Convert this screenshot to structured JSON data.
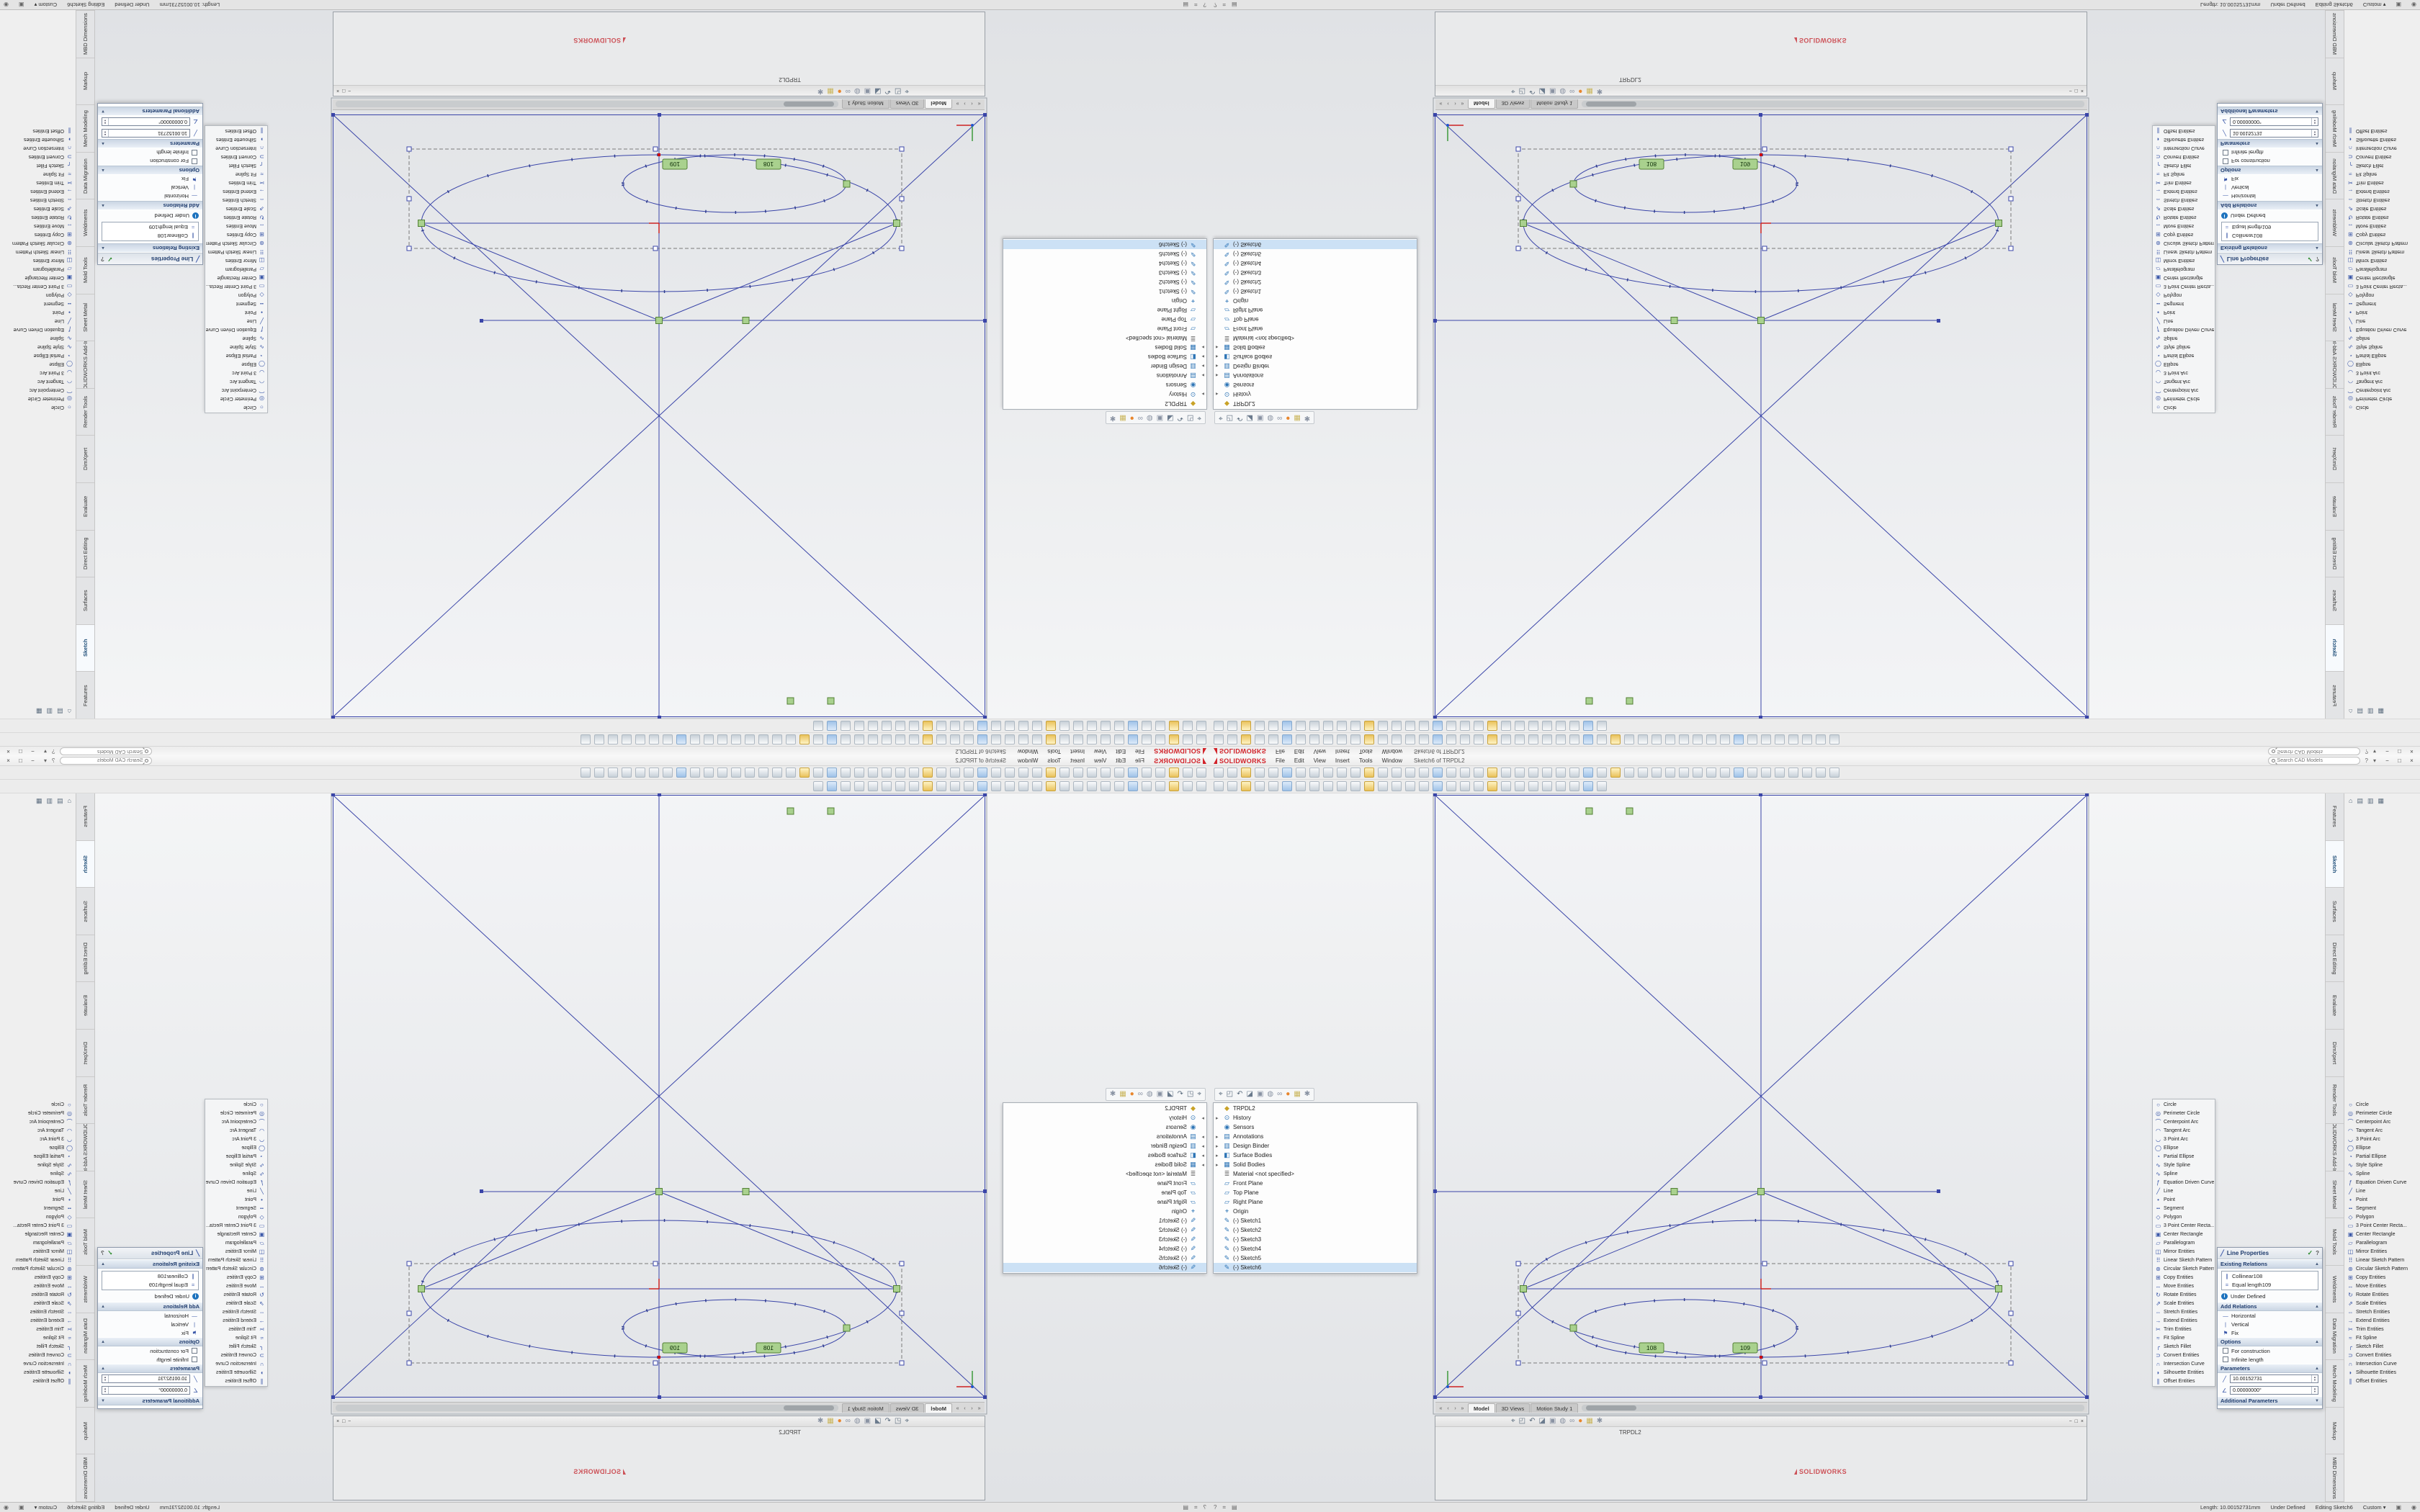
{
  "accent_colors": {
    "solidworks_red": "#D2232A",
    "sketch_blue": "#3A45A8",
    "relation_green": "#A9D18E"
  },
  "menubar": {
    "logo_text": "SOLIDWORKS",
    "menus": [
      "File",
      "Edit",
      "View",
      "Insert",
      "Tools",
      "Window"
    ],
    "doc_title": "Sketch6 of TRPDL2",
    "search_placeholder": "Search CAD Models",
    "help_glyph": "?",
    "pin_glyph": "▾",
    "win_min": "−",
    "win_max": "□",
    "win_close": "×"
  },
  "toolbars": {
    "row1": [
      "new-icon",
      "open-icon",
      "save-icon",
      "print-icon",
      "print-preview-icon",
      "undo-icon",
      "redo-icon",
      "cut-icon",
      "copy-icon",
      "paste-icon",
      "delete-icon",
      "rebuild-icon",
      "options-icon",
      "select-icon",
      "sketch-icon",
      "smart-dimension-icon",
      "extruded-boss-icon",
      "revolved-boss-icon",
      "swept-boss-icon",
      "lofted-boss-icon",
      "boundary-boss-icon",
      "extruded-cut-icon",
      "hole-wizard-icon",
      "revolved-cut-icon",
      "swept-cut-icon",
      "lofted-cut-icon",
      "fillet-icon",
      "chamfer-icon",
      "linear-pattern-icon",
      "circular-pattern-icon",
      "mirror-icon",
      "rib-icon",
      "draft-icon",
      "shell-icon",
      "wrap-icon",
      "intersect-icon",
      "reference-geometry-icon",
      "curves-icon",
      "instant3d-icon",
      "zoom-to-fit-icon",
      "zoom-area-icon",
      "previous-view-icon",
      "section-view-icon",
      "display-style-icon",
      "hide-show-items-icon",
      "appearance-icon"
    ],
    "row2": [
      "exit-sketch-icon",
      "smart-dimension-icon",
      "line-icon",
      "corner-rectangle-icon",
      "circle-icon",
      "centerpoint-arc-icon",
      "sketch-fillet-icon",
      "text-icon",
      "plane-icon",
      "centerline-icon",
      "point-icon",
      "mirror-entities-icon",
      "convert-entities-icon",
      "offset-entities-icon",
      "trim-entities-icon",
      "extend-entities-icon",
      "linear-sketch-pattern-icon",
      "move-entities-icon",
      "display-relations-icon",
      "repair-sketch-icon",
      "quick-snaps-icon",
      "make-block-icon",
      "edit-block-icon",
      "instant2d-icon",
      "shaded-sketch-contours-icon",
      "no-solve-move-icon",
      "override-dims-icon",
      "fully-define-sketch-icon",
      "sketch-picture-icon"
    ]
  },
  "headsup_icons": [
    {
      "n": "zoom-to-fit-icon",
      "g": "⌖",
      "st": "color:#5A6B7D"
    },
    {
      "n": "zoom-to-area-icon",
      "g": "◰",
      "st": "color:#5A6B7D"
    },
    {
      "n": "previous-view-icon",
      "g": "↶",
      "st": "color:#5A6B7D"
    },
    {
      "n": "section-view-icon",
      "g": "◪",
      "st": "color:#6B7B8D"
    },
    {
      "n": "view-orientation-icon",
      "g": "▣",
      "st": "color:#8A93A3"
    },
    {
      "n": "display-style-icon",
      "g": "◍",
      "st": "color:#8A93A3"
    },
    {
      "n": "hide-show-items-icon",
      "g": "∞",
      "st": "color:#8A93A3"
    },
    {
      "n": "edit-appearance-icon",
      "g": "●",
      "st": "color:#E8862D"
    },
    {
      "n": "apply-scene-icon",
      "g": "▦",
      "st": "color:#C9B458"
    },
    {
      "n": "view-settings-icon",
      "g": "✱",
      "st": "color:#8A93A3"
    }
  ],
  "feature_tree": {
    "items": [
      {
        "caret": "",
        "icn": "part-icon",
        "g": "◆",
        "cls": "gold",
        "label": "TRPDL2"
      },
      {
        "caret": "▸",
        "icn": "history-folder-icon",
        "g": "⊙",
        "cls": "blue",
        "label": "History"
      },
      {
        "caret": "",
        "icn": "sensors-icon",
        "g": "◉",
        "cls": "blue",
        "label": "Sensors"
      },
      {
        "caret": "▸",
        "icn": "annotations-icon",
        "g": "▤",
        "cls": "blue",
        "label": "Annotations"
      },
      {
        "caret": "▸",
        "icn": "design-binder-icon",
        "g": "▥",
        "cls": "blue",
        "label": "Design Binder"
      },
      {
        "caret": "▸",
        "icn": "surface-bodies-icon",
        "g": "◧",
        "cls": "blue",
        "label": "Surface Bodies"
      },
      {
        "caret": "▸",
        "icn": "solid-bodies-icon",
        "g": "▦",
        "cls": "blue",
        "label": "Solid Bodies"
      },
      {
        "caret": "",
        "icn": "material-icon",
        "g": "≣",
        "cls": "gray",
        "label": "Material <not specified>"
      },
      {
        "caret": "",
        "icn": "plane-icon",
        "g": "▱",
        "cls": "blue",
        "label": "Front Plane"
      },
      {
        "caret": "",
        "icn": "plane-icon",
        "g": "▱",
        "cls": "blue",
        "label": "Top Plane"
      },
      {
        "caret": "",
        "icn": "plane-icon",
        "g": "▱",
        "cls": "blue",
        "label": "Right Plane"
      },
      {
        "caret": "",
        "icn": "origin-icon",
        "g": "⌖",
        "cls": "blue",
        "label": "Origin"
      },
      {
        "caret": "",
        "icn": "sketch-icon",
        "g": "✎",
        "cls": "blue",
        "label": "(-) Sketch1"
      },
      {
        "caret": "",
        "icn": "sketch-icon",
        "g": "✎",
        "cls": "blue",
        "label": "(-) Sketch2"
      },
      {
        "caret": "",
        "icn": "sketch-icon",
        "g": "✎",
        "cls": "blue",
        "label": "(-) Sketch3"
      },
      {
        "caret": "",
        "icn": "sketch-icon",
        "g": "✎",
        "cls": "blue",
        "label": "(-) Sketch4"
      },
      {
        "caret": "",
        "icn": "sketch-icon",
        "g": "✎",
        "cls": "blue",
        "label": "(-) Sketch5"
      },
      {
        "caret": "",
        "icn": "sketch-icon",
        "g": "✎",
        "cls": "blue",
        "label": "(-) Sketch6",
        "sel": "1"
      }
    ]
  },
  "sketch_tools": [
    {
      "n": "circle-icon",
      "g": "○",
      "label": "Circle"
    },
    {
      "n": "perimeter-circle-icon",
      "g": "◎",
      "label": "Perimeter Circle"
    },
    {
      "n": "centerpoint-arc-icon",
      "g": "⌒",
      "label": "Centerpoint Arc"
    },
    {
      "n": "tangent-arc-icon",
      "g": "◠",
      "label": "Tangent Arc"
    },
    {
      "n": "three-point-arc-icon",
      "g": "◡",
      "label": "3 Point Arc"
    },
    {
      "n": "ellipse-icon",
      "g": "◯",
      "label": "Ellipse"
    },
    {
      "n": "partial-ellipse-icon",
      "g": "◔",
      "label": "Partial Ellipse"
    },
    {
      "n": "style-spline-icon",
      "g": "∿",
      "label": "Style Spline"
    },
    {
      "n": "spline-icon",
      "g": "∿",
      "label": "Spline"
    },
    {
      "n": "equation-driven-curve-icon",
      "g": "ƒ",
      "label": "Equation Driven Curve"
    },
    {
      "n": "line-icon",
      "g": "╱",
      "label": "Line"
    },
    {
      "n": "point-icon",
      "g": "•",
      "label": "Point"
    },
    {
      "n": "segment-icon",
      "g": "╍",
      "label": "Segment"
    },
    {
      "n": "polygon-icon",
      "g": "◇",
      "label": "Polygon"
    },
    {
      "n": "three-point-center-rectangle-icon",
      "g": "▭",
      "label": "3 Point Center Recta..."
    },
    {
      "n": "center-rectangle-icon",
      "g": "▣",
      "label": "Center Rectangle"
    },
    {
      "n": "parallelogram-icon",
      "g": "▱",
      "label": "Parallelogram"
    },
    {
      "n": "mirror-entities-icon",
      "g": "◫",
      "label": "Mirror Entities"
    },
    {
      "n": "linear-sketch-pattern-icon",
      "g": "⠿",
      "label": "Linear Sketch Pattern"
    },
    {
      "n": "circular-sketch-pattern-icon",
      "g": "⊛",
      "label": "Circular Sketch Pattern"
    },
    {
      "n": "copy-entities-icon",
      "g": "⊞",
      "label": "Copy Entities"
    },
    {
      "n": "move-entities-icon",
      "g": "↔",
      "label": "Move Entities"
    },
    {
      "n": "rotate-entities-icon",
      "g": "↻",
      "label": "Rotate Entities"
    },
    {
      "n": "scale-entities-icon",
      "g": "⇗",
      "label": "Scale Entities"
    },
    {
      "n": "stretch-entities-icon",
      "g": "⇔",
      "label": "Stretch Entities"
    },
    {
      "n": "extend-entities-icon",
      "g": "→",
      "label": "Extend Entities"
    },
    {
      "n": "trim-entities-icon",
      "g": "✂",
      "label": "Trim Entities"
    },
    {
      "n": "fit-spline-icon",
      "g": "≈",
      "label": "Fit Spline"
    },
    {
      "n": "sketch-fillet-icon",
      "g": "╭",
      "label": "Sketch Fillet"
    },
    {
      "n": "convert-entities-icon",
      "g": "⊃",
      "label": "Convert Entities"
    },
    {
      "n": "intersection-curve-icon",
      "g": "∩",
      "label": "Intersection Curve"
    },
    {
      "n": "silhouette-entities-icon",
      "g": "◗",
      "label": "Silhouette Entities"
    },
    {
      "n": "offset-entities-icon",
      "g": "∥",
      "label": "Offset Entities"
    }
  ],
  "command_tabs": [
    {
      "n": "tab-features",
      "label": "Features"
    },
    {
      "n": "tab-sketch",
      "label": "Sketch",
      "sel": "1"
    },
    {
      "n": "tab-surfaces",
      "label": "Surfaces"
    },
    {
      "n": "tab-direct-editing",
      "label": "Direct Editing"
    },
    {
      "n": "tab-evaluate",
      "label": "Evaluate"
    },
    {
      "n": "tab-dimxpert",
      "label": "DimXpert"
    },
    {
      "n": "tab-render-tools",
      "label": "Render Tools"
    },
    {
      "n": "tab-solidworks-add-ins",
      "label": "SOLIDWORKS Add-Ins"
    },
    {
      "n": "tab-sheet-metal",
      "label": "Sheet Metal"
    },
    {
      "n": "tab-mold-tools",
      "label": "Mold Tools"
    },
    {
      "n": "tab-weldments",
      "label": "Weldments"
    },
    {
      "n": "tab-data-migration",
      "label": "Data Migration"
    },
    {
      "n": "tab-mech-modeling",
      "label": "Mech Modeling"
    },
    {
      "n": "tab-markup",
      "label": "Markup"
    },
    {
      "n": "tab-mbd-dimensions",
      "label": "MBD Dimensions"
    }
  ],
  "edge_top_icons": [
    {
      "n": "solidworks-resources-icon",
      "g": "⌂"
    },
    {
      "n": "design-library-icon",
      "g": "▤"
    },
    {
      "n": "file-explorer-icon",
      "g": "▥"
    },
    {
      "n": "view-palette-icon",
      "g": "▦"
    }
  ],
  "line_properties": {
    "title": "Line Properties",
    "sections": {
      "existing_relations": "Existing Relations",
      "add_relations": "Add Relations",
      "options": "Options",
      "parameters": "Parameters",
      "additional_parameters": "Additional Parameters"
    },
    "relations": [
      {
        "n": "collinear-relation-icon",
        "g": "∥",
        "label": "Collinear108"
      },
      {
        "n": "equal-relation-icon",
        "g": "=",
        "label": "Equal length109"
      }
    ],
    "state_info": "Under Defined",
    "add_relation_items": [
      {
        "n": "horizontal-relation-icon",
        "g": "—",
        "label": "Horizontal"
      },
      {
        "n": "vertical-relation-icon",
        "g": "|",
        "label": "Vertical"
      },
      {
        "n": "fix-relation-icon",
        "g": "⚑",
        "label": "Fix"
      }
    ],
    "options_items": [
      {
        "label": "For construction"
      },
      {
        "label": "Infinite length"
      }
    ],
    "parameters": [
      {
        "n": "length-parameter-field",
        "g": "╱",
        "value": "10.00152731"
      },
      {
        "n": "angle-parameter-field",
        "g": "∠",
        "value": "0.00000000°"
      }
    ]
  },
  "doc_tabs": {
    "arrows": [
      "«",
      "‹",
      "›",
      "»"
    ],
    "tabs": [
      {
        "n": "tab-model",
        "label": "Model",
        "sel": "1"
      },
      {
        "n": "tab-3d-views",
        "label": "3D Views"
      },
      {
        "n": "tab-motion-study-1",
        "label": "Motion Study 1"
      }
    ]
  },
  "window2": {
    "caption": "TRPDL2",
    "watermark": "SOLIDWORKS"
  },
  "sketch": {
    "relation_tags": [
      "108",
      "109"
    ]
  },
  "statusbar": {
    "left_icons": [
      {
        "n": "status-help-icon",
        "g": "?"
      },
      {
        "n": "selection-filter-icon",
        "g": "⌗"
      },
      {
        "n": "status-tools-icon",
        "g": "▤"
      }
    ],
    "length": "Length: 10.00152731mm",
    "state": "Under Defined",
    "editing": "Editing Sketch6",
    "units": "Custom",
    "units_caret": "▾"
  }
}
